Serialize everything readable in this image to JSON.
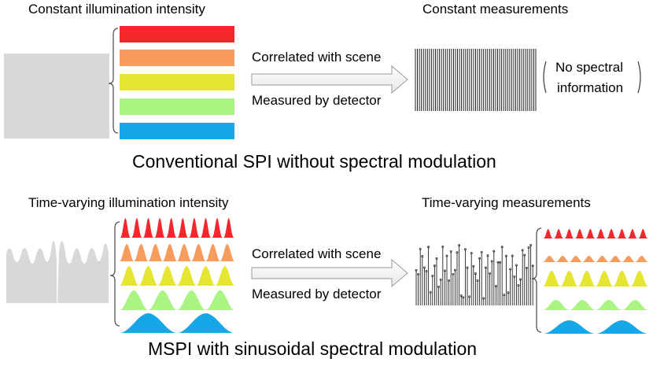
{
  "top": {
    "illumination_label": "Constant illumination intensity",
    "measurements_label": "Constant measurements",
    "arrow_text_1": "Correlated with scene",
    "arrow_text_2": "Measured by detector",
    "no_info_line_1": "No spectral",
    "no_info_line_2": "information",
    "caption": "Conventional SPI without spectral modulation"
  },
  "bottom": {
    "illumination_label": "Time-varying illumination intensity",
    "measurements_label": "Time-varying measurements",
    "arrow_text_1": "Correlated with scene",
    "arrow_text_2": "Measured by detector",
    "caption": "MSPI with sinusoidal spectral modulation"
  },
  "colors": {
    "red": "#f5262c",
    "orange": "#f79c5c",
    "yellow": "#e6e532",
    "green": "#a9f483",
    "blue": "#14a8e8",
    "gray": "#d8d8d8"
  }
}
